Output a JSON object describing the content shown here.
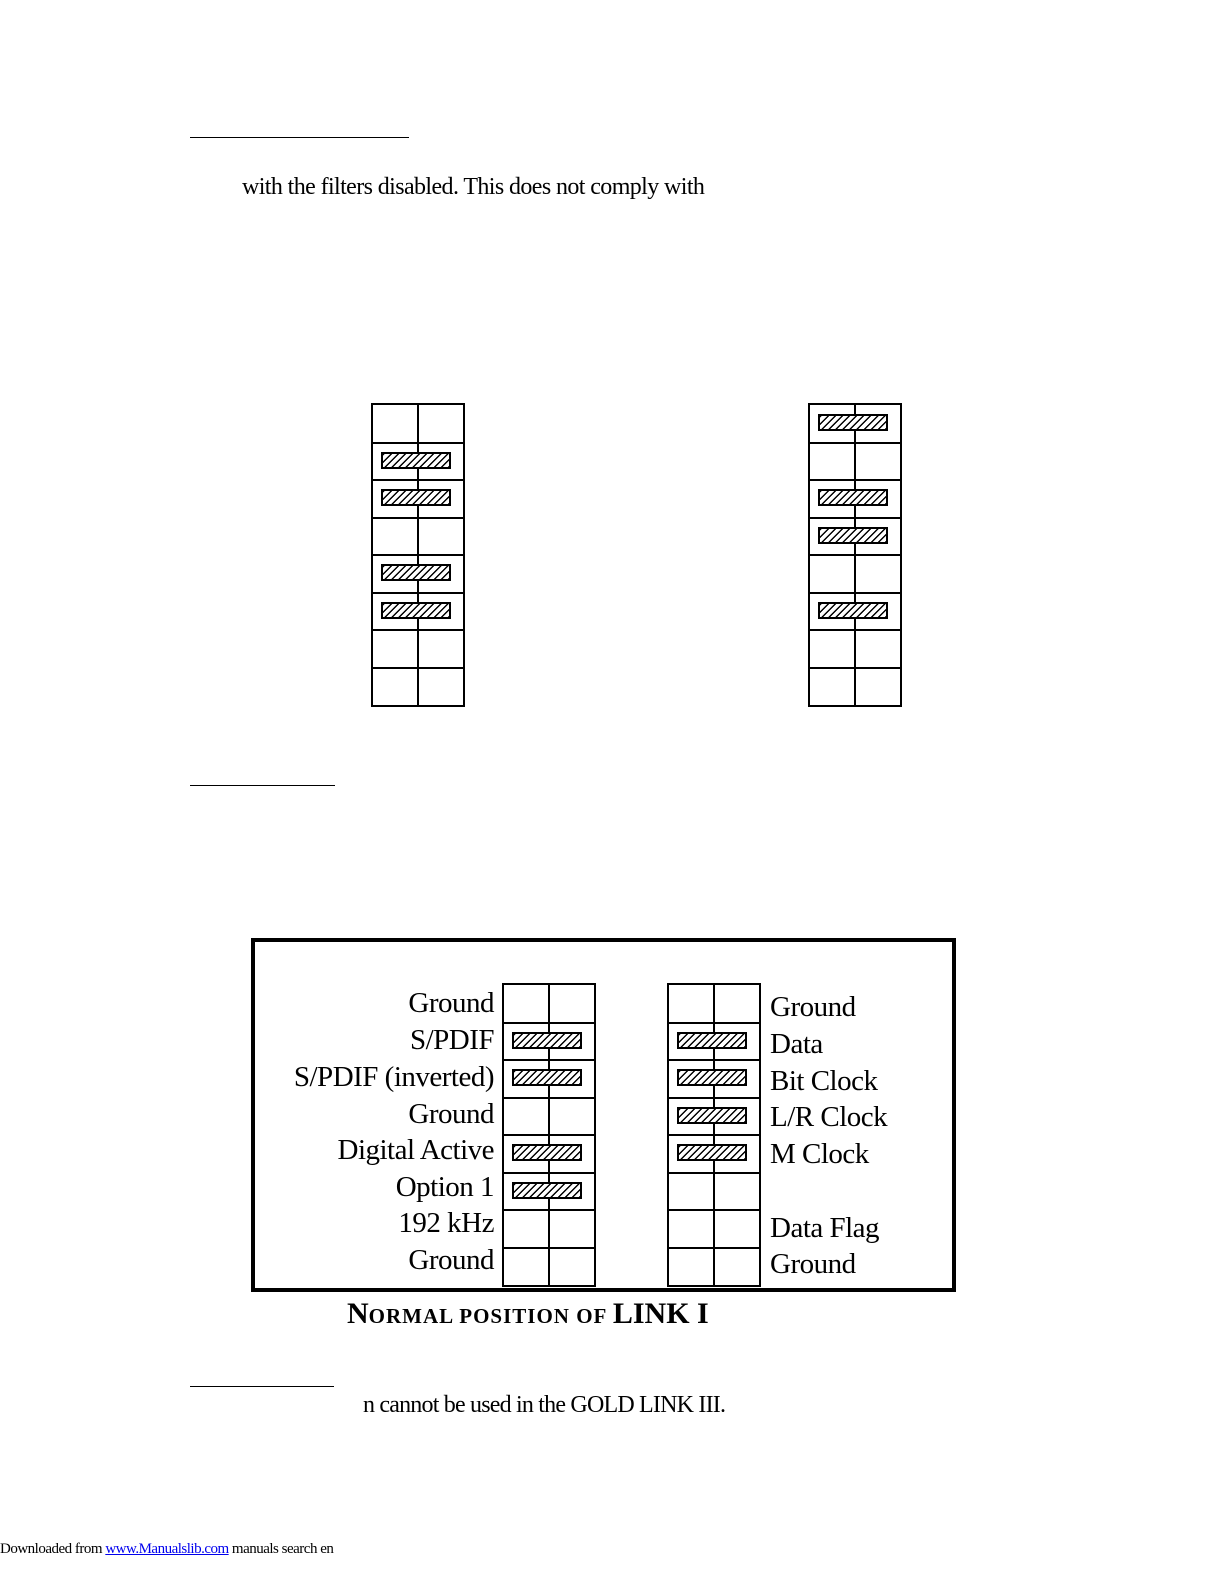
{
  "body_text": {
    "line1": "with the filters disabled.  This does not comply with",
    "line2": "n cannot be used in the GOLD LINK III."
  },
  "diagram": {
    "left_labels": [
      "Ground",
      "S/PDIF",
      "S/PDIF (inverted)",
      "Ground",
      "Digital Active",
      "Option 1",
      "192 kHz",
      "Ground"
    ],
    "right_labels": [
      "Ground",
      "Data",
      "Bit Clock",
      "L/R Clock",
      "M Clock",
      "",
      "Data Flag",
      "Ground"
    ],
    "caption": {
      "n": "N",
      "ormal": "ORMAL POSITION OF ",
      "link": "LINK I"
    }
  },
  "jumpers": {
    "top_left_fitted": [
      false,
      true,
      true,
      false,
      true,
      true,
      false,
      false
    ],
    "top_right_fitted": [
      true,
      false,
      true,
      true,
      false,
      true,
      false,
      false
    ],
    "diagram_left_fitted": [
      false,
      true,
      true,
      false,
      true,
      true,
      false,
      false
    ],
    "diagram_right_fitted": [
      false,
      true,
      true,
      true,
      true,
      false,
      false,
      false
    ]
  },
  "footer": {
    "prefix": "Downloaded from ",
    "link": "www.Manualslib.com",
    "suffix": " manuals search en"
  }
}
